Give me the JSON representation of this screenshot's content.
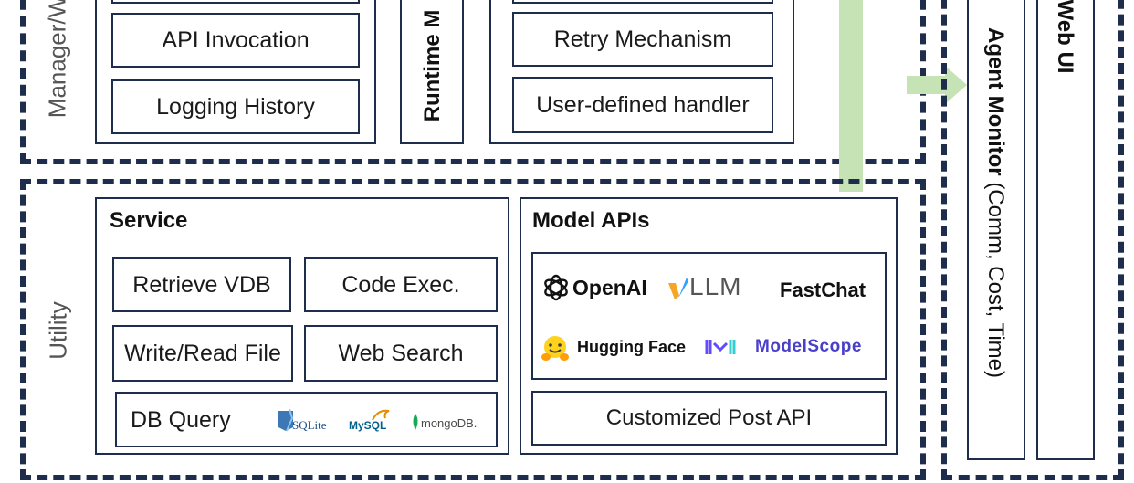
{
  "top_section": {
    "label": "Manager/W",
    "boxes": [
      "API Invocation",
      "Logging History"
    ],
    "runtime_label": "Runtime M",
    "boxes_right": [
      "Retry Mechanism",
      "User-defined handler"
    ]
  },
  "utility": {
    "label": "Utility",
    "service": {
      "title": "Service",
      "items": [
        "Retrieve VDB",
        "Code Exec.",
        "Write/Read File",
        "Web Search"
      ],
      "db_query": "DB Query",
      "db_logos": [
        "SQLite",
        "MySQL",
        "mongoDB."
      ]
    },
    "model_apis": {
      "title": "Model APIs",
      "providers": [
        "OpenAI",
        "LLM",
        "FastChat",
        "Hugging Face",
        "ModelScope"
      ],
      "post_api": "Customized Post API"
    }
  },
  "monitor": {
    "bold": "Agent Monitor",
    "detail": " (Comm, Cost, Time)",
    "web_ui": "Web UI"
  },
  "colors": {
    "border": "#1f2d4d",
    "arrow": "#c5e3b5"
  }
}
